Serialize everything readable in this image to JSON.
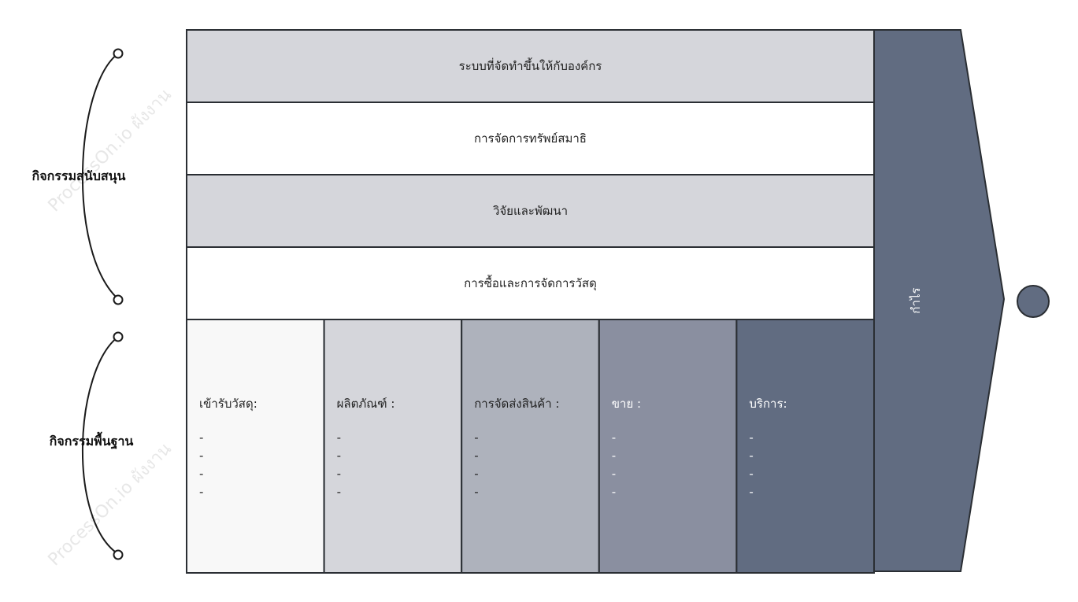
{
  "support_label": "กิจกรรมสนับสนุน",
  "primary_label": "กิจกรรมพื้นฐาน",
  "support_activities": [
    {
      "label": "ระบบที่จัดทำขึ้นให้กับองค์กร"
    },
    {
      "label": "การจัดการทรัพย์สมาธิ"
    },
    {
      "label": "วิจัยและพัฒนา"
    },
    {
      "label": "การซื้อและการจัดการวัสดุ"
    }
  ],
  "primary_activities": [
    {
      "title": "เข้ารับวัสดุ:",
      "items": [
        "-",
        "-",
        "-",
        "-"
      ]
    },
    {
      "title": "ผลิตภัณฑ์ :",
      "items": [
        "-",
        "-",
        "-",
        "-"
      ]
    },
    {
      "title": "การจัดส่งสินค้า :",
      "items": [
        "-",
        "-",
        "-",
        "-"
      ]
    },
    {
      "title": "ขาย :",
      "items": [
        "-",
        "-",
        "-",
        "-"
      ]
    },
    {
      "title": "บริการ:",
      "items": [
        "-",
        "-",
        "-",
        "-"
      ]
    }
  ],
  "margin_label": "กำไร",
  "watermark_text": "ProcessOn.io ผังงาน",
  "colors": {
    "band_gray": "#d5d6db",
    "band_white": "#ffffff",
    "col1": "#f8f8f8",
    "col2": "#d5d6db",
    "col3": "#aeb2bc",
    "col4": "#8a8fa0",
    "col5": "#616c81",
    "arrow": "#616c81",
    "stroke": "#2a2e33"
  }
}
